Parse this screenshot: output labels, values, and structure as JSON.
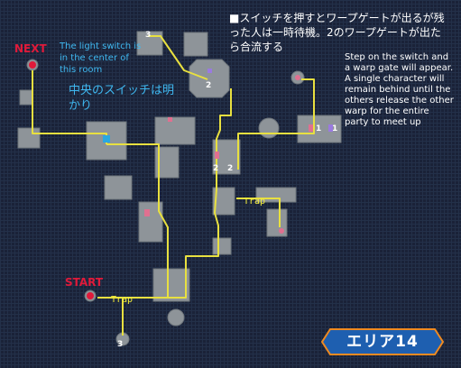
{
  "labels": {
    "next": "NEXT",
    "start": "START",
    "trap_upper": "Trap",
    "trap_lower": "Trap"
  },
  "notes": {
    "light_switch_en": "The light switch is in the center of this room",
    "light_switch_jp": "中央のスイッチは明かり",
    "warp_jp": "■スイッチを押すとワープゲートが出るが残った人は一時待機。2のワープゲートが出たら合流する",
    "warp_en": "Step on the switch and a warp gate will appear. A single character will remain behind until the others release the other warp for the entire party to meet up"
  },
  "markers": {
    "top_warp": "3",
    "bottom_warp": "3",
    "mid_a": "2",
    "mid_b": "2",
    "right_1": "1",
    "right_2": "1",
    "gate_2": "2"
  },
  "area": {
    "label": "エリア14"
  },
  "colors": {
    "background": "#1a2238",
    "room": "#8e9499",
    "route": "#e8e040",
    "label_red": "#e01a3a",
    "note_blue": "#3fb8f0",
    "badge_fill": "#1e5fb0",
    "badge_border": "#f08a20"
  }
}
